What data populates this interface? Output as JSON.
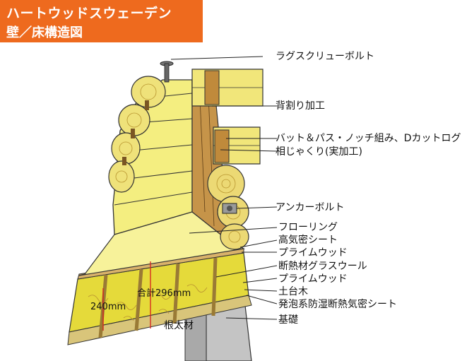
{
  "title": {
    "line1": "ハートウッドスウェーデン",
    "line2": "壁／床構造図"
  },
  "colors": {
    "title_bg": "#ee6a1e",
    "log_fill": "#f2ec7c",
    "log_dark": "#c99b3e",
    "insulation": "#e6dd3c",
    "foundation": "#bdbdbd",
    "red_dim": "#d61f1f"
  },
  "callouts": [
    {
      "id": "lag-screw-bolt",
      "text": "ラグスクリューボルト"
    },
    {
      "id": "back-cut",
      "text": "背割り加工"
    },
    {
      "id": "butt-pass-notch",
      "text": "バット＆パス・ノッチ組み、Dカットログ"
    },
    {
      "id": "tongue-groove",
      "text": "相じゃくり(実加工)"
    },
    {
      "id": "anchor-bolt",
      "text": "アンカーボルト"
    },
    {
      "id": "flooring",
      "text": "フローリング"
    },
    {
      "id": "airtight-sheet",
      "text": "高気密シート"
    },
    {
      "id": "primewood-1",
      "text": "プライムウッド"
    },
    {
      "id": "insulation",
      "text": "断熱材グラスウール"
    },
    {
      "id": "primewood-2",
      "text": "プライムウッド"
    },
    {
      "id": "sill",
      "text": "土台木"
    },
    {
      "id": "foam-sheet",
      "text": "発泡系防湿断熱気密シート"
    },
    {
      "id": "foundation",
      "text": "基礎"
    }
  ],
  "dimensions": {
    "total": "合計296mm",
    "joist": "240mm"
  },
  "labels": {
    "joist_name": "根太材"
  }
}
